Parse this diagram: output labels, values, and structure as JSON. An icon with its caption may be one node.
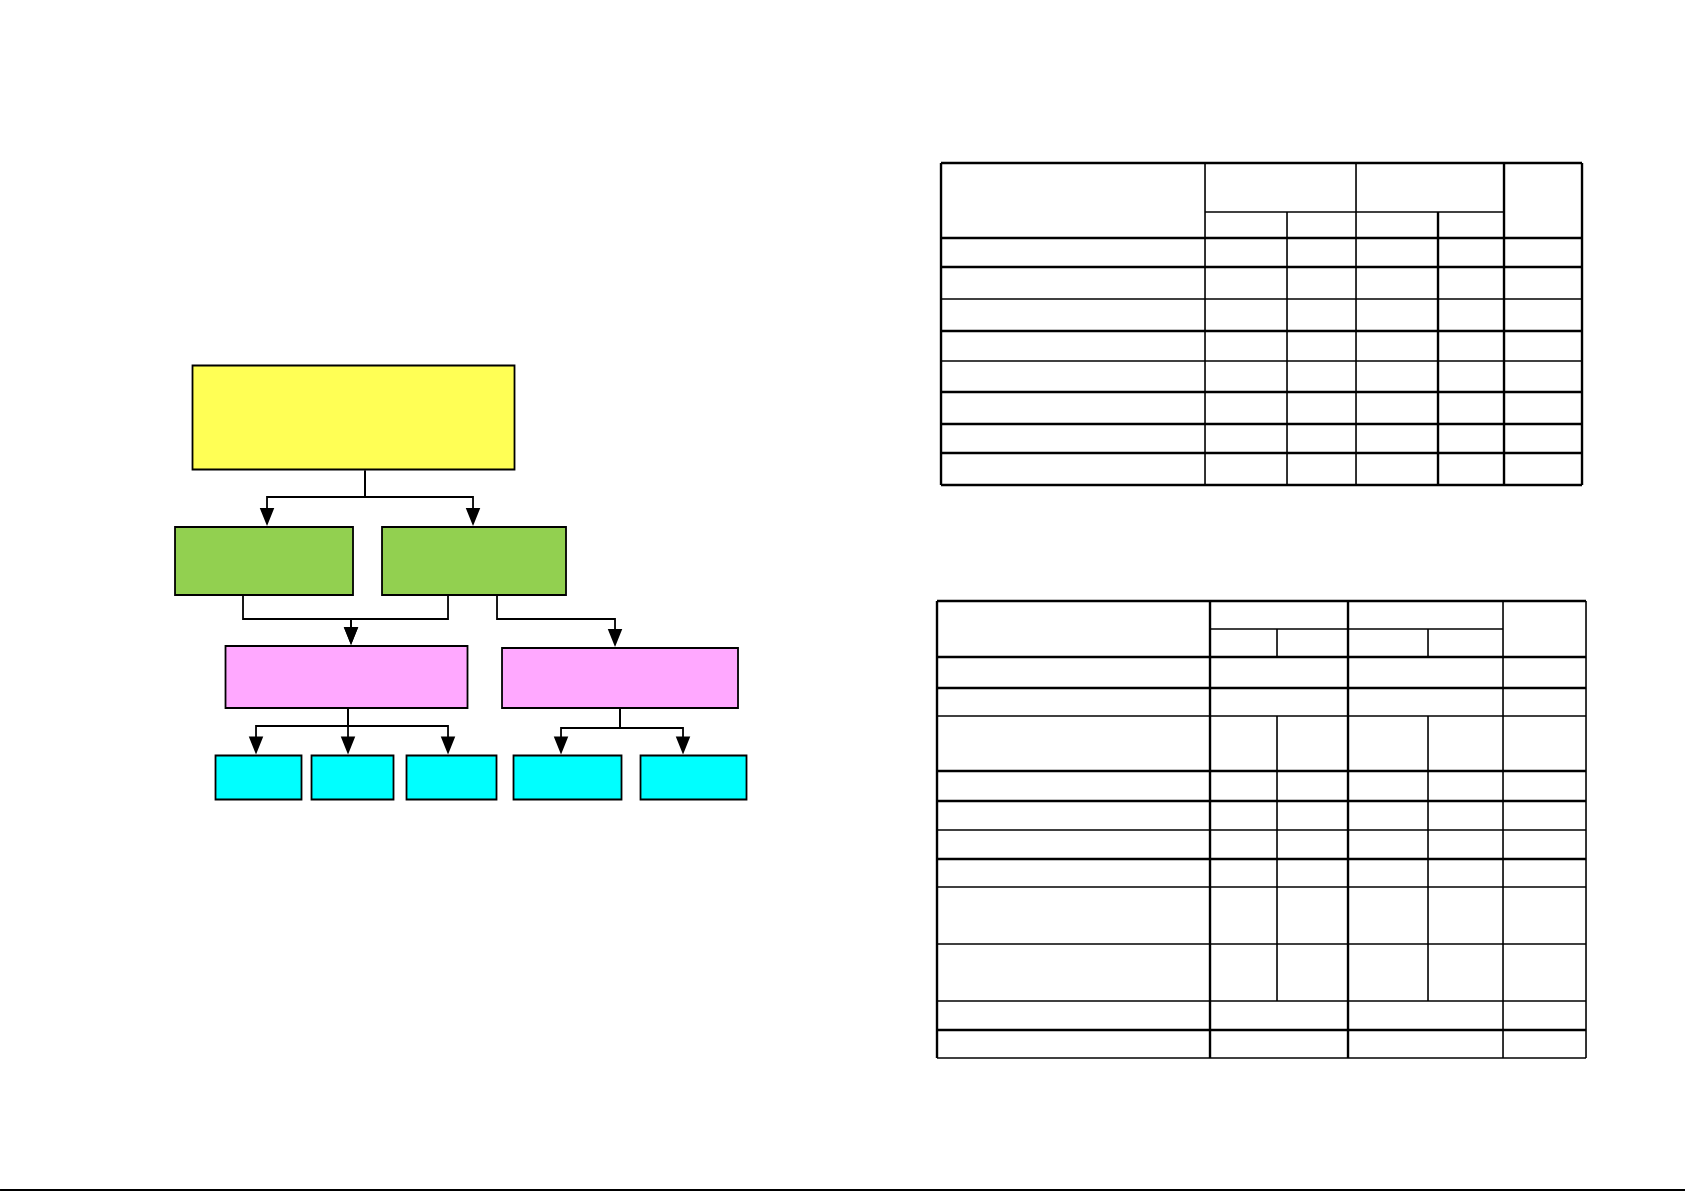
{
  "diagram": {
    "nodes": [
      {
        "text": [],
        "shape": "box"
      },
      {
        "text": [],
        "shape": "box"
      },
      {
        "text": [],
        "shape": "box"
      },
      {
        "text": [],
        "shape": "box"
      },
      {
        "text": [],
        "shape": "box"
      },
      {
        "text": [],
        "shape": "box"
      },
      {
        "text": [],
        "shape": "box"
      },
      {
        "text": [],
        "shape": "box"
      },
      {
        "text": [],
        "shape": "box"
      },
      {
        "text": [],
        "shape": "box"
      }
    ],
    "edges": [
      {
        "from": 0,
        "to": 1,
        "arrow": "to"
      },
      {
        "from": 0,
        "to": 2,
        "arrow": "to"
      },
      {
        "from": 1,
        "to": 3,
        "arrow": "to"
      },
      {
        "from": 2,
        "to": 3,
        "arrow": "to"
      },
      {
        "from": 2,
        "to": 4,
        "arrow": "to"
      },
      {
        "from": 3,
        "to": 5,
        "arrow": "to"
      },
      {
        "from": 3,
        "to": 6,
        "arrow": "to"
      },
      {
        "from": 3,
        "to": 7,
        "arrow": "to"
      },
      {
        "from": 4,
        "to": 8,
        "arrow": "to"
      },
      {
        "from": 4,
        "to": 9,
        "arrow": "to"
      }
    ]
  }
}
